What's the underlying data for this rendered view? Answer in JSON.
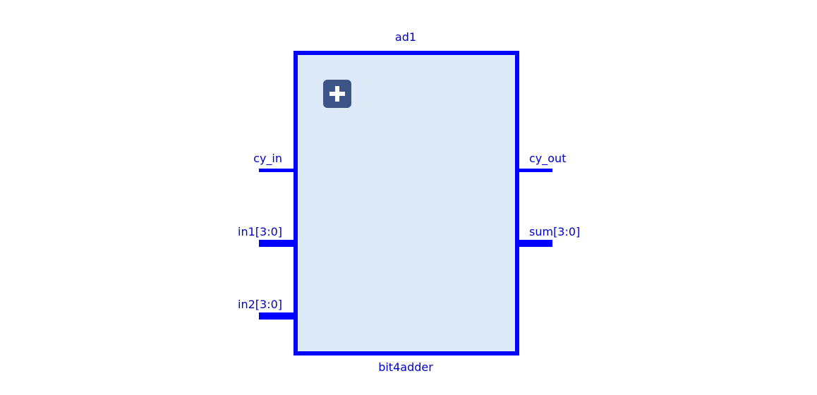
{
  "block": {
    "instance_name": "ad1",
    "module_name": "bit4adder",
    "border_color": "#0000ff",
    "fill_color": "#deeaf8",
    "text_color": "#0000cc",
    "expand_button_color": "#3d5488"
  },
  "inputs": [
    {
      "name": "cy_in",
      "bus": false
    },
    {
      "name": "in1[3:0]",
      "bus": true
    },
    {
      "name": "in2[3:0]",
      "bus": true
    }
  ],
  "outputs": [
    {
      "name": "cy_out",
      "bus": false
    },
    {
      "name": "sum[3:0]",
      "bus": true
    }
  ]
}
